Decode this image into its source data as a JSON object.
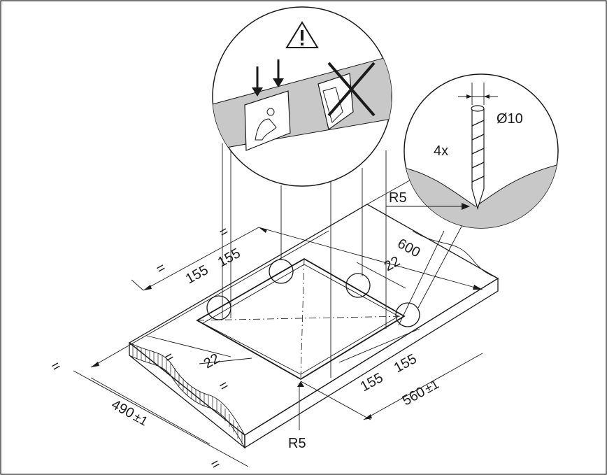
{
  "labels": {
    "width_600": "600",
    "depth_560": "560",
    "depth_560_tol": "±1",
    "width_490": "490",
    "width_490_tol": "±1",
    "offset_155_a": "155",
    "offset_155_b": "155",
    "offset_155_c": "155",
    "offset_155_d": "155",
    "gap_22_top": "22",
    "gap_22_left": "22",
    "radius_top": "R5",
    "radius_bottom": "R5",
    "hole_diameter": "Ø10",
    "screw_count": "4x",
    "equal_sign": "="
  },
  "warning_icon": "warning-triangle-icon",
  "colors": {
    "line": "#1a1a1a",
    "worktop_gray": "#c8c8c8",
    "background": "#ffffff"
  }
}
